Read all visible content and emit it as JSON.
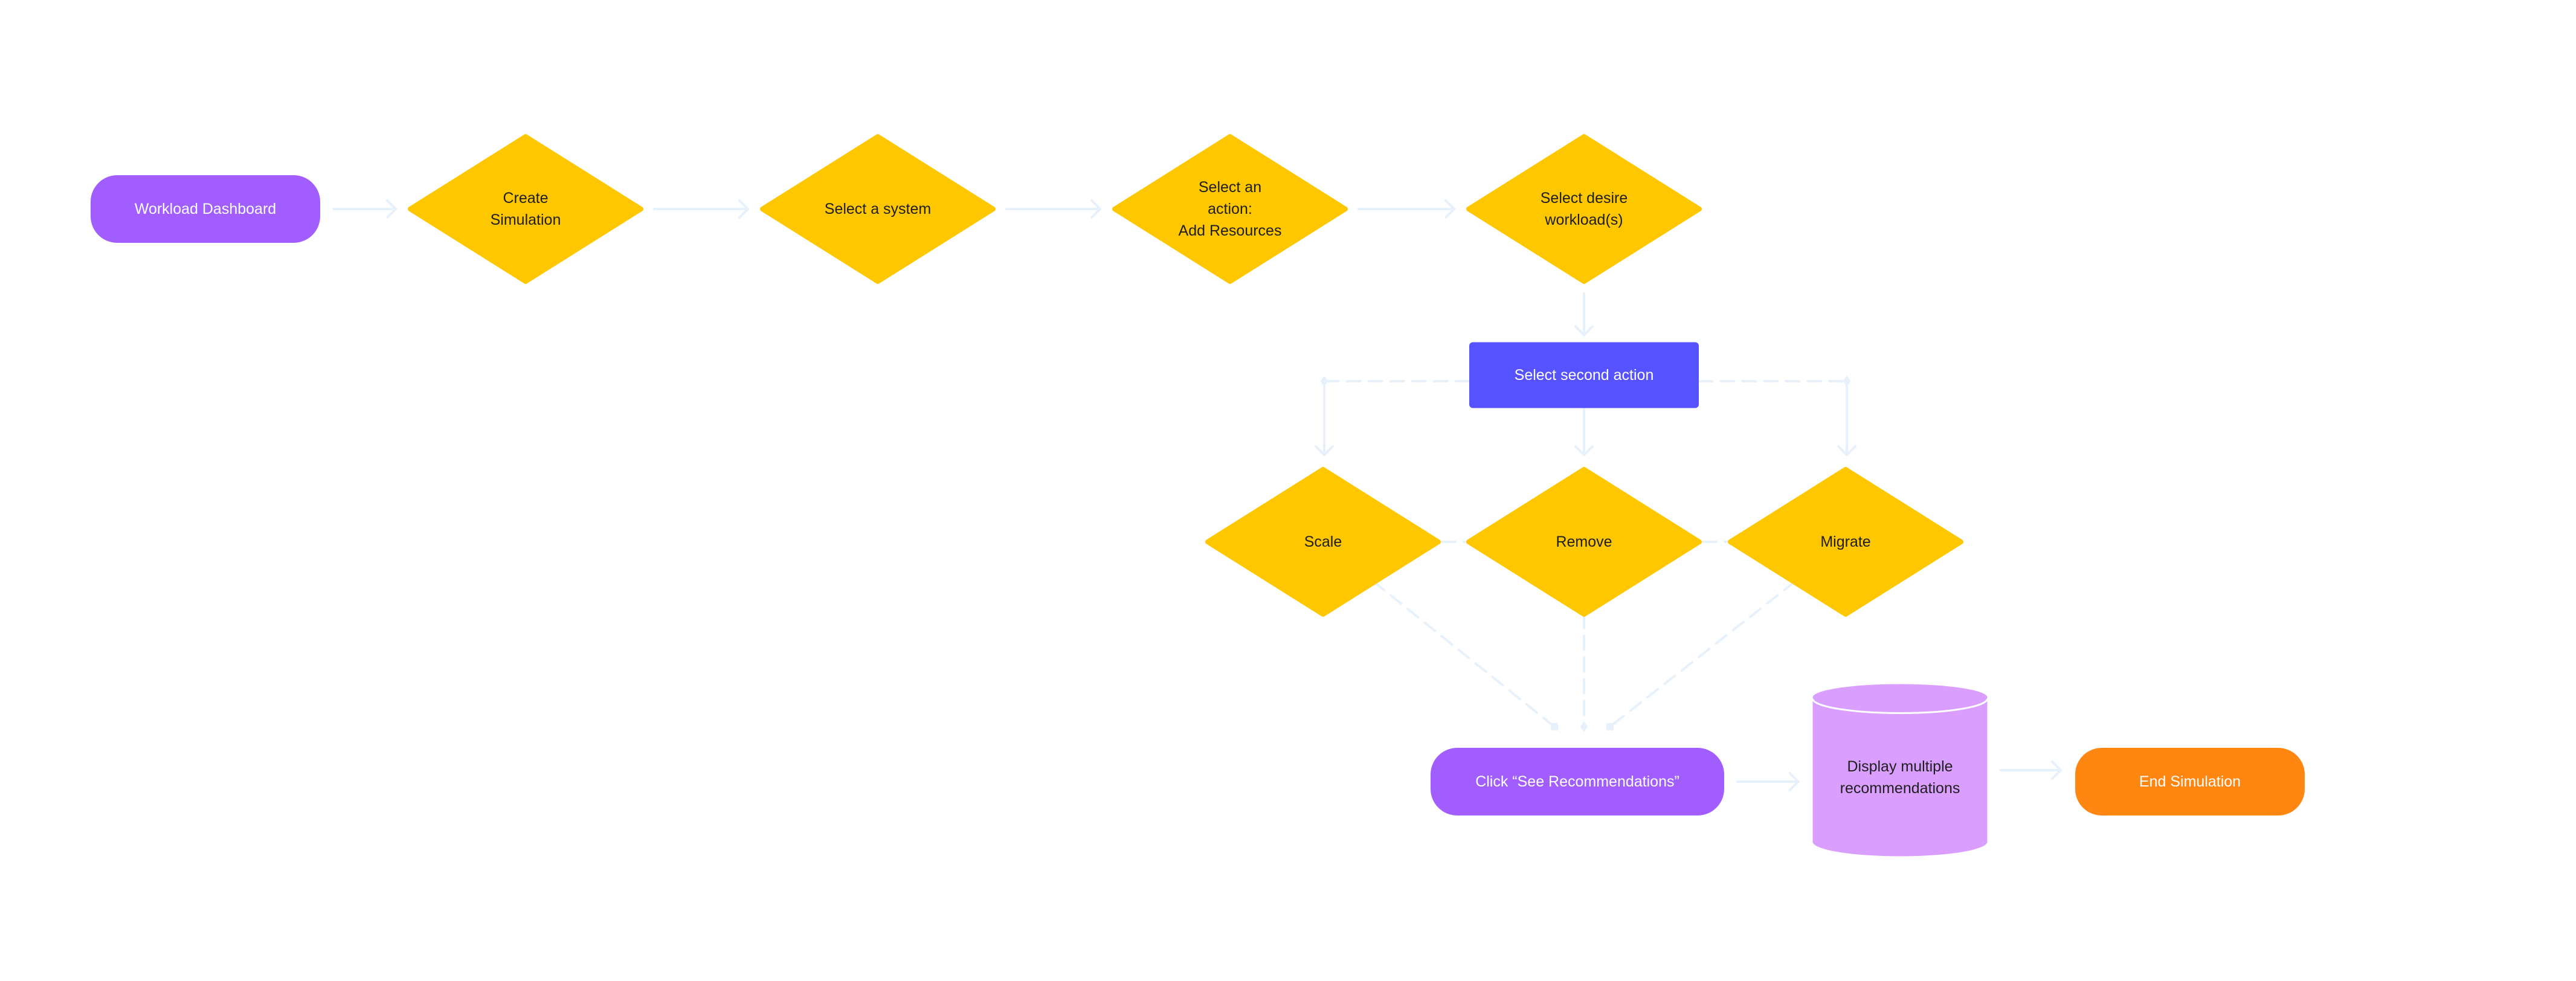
{
  "diagram": {
    "type": "flowchart",
    "colors": {
      "start_pill": "#a25dfe",
      "decision": "#ffc700",
      "process_box": "#5653fe",
      "datastore": "#da9eff",
      "end_pill": "#fe8611",
      "connector": "#e6f1fb",
      "dark_text": "#1e1e1e",
      "light_text": "#ffffff"
    },
    "nodes": [
      {
        "id": "workload-dashboard",
        "shape": "pill",
        "color": "start_pill",
        "text_color": "light_text",
        "lines": [
          "Workload Dashboard"
        ]
      },
      {
        "id": "create-simulation",
        "shape": "diamond",
        "color": "decision",
        "text_color": "dark_text",
        "lines": [
          "Create",
          "Simulation"
        ]
      },
      {
        "id": "select-system",
        "shape": "diamond",
        "color": "decision",
        "text_color": "dark_text",
        "lines": [
          "Select a system"
        ]
      },
      {
        "id": "select-action",
        "shape": "diamond",
        "color": "decision",
        "text_color": "dark_text",
        "lines": [
          "Select an",
          "action:",
          "Add Resources"
        ]
      },
      {
        "id": "select-workloads",
        "shape": "diamond",
        "color": "decision",
        "text_color": "dark_text",
        "lines": [
          "Select desire",
          "workload(s)"
        ]
      },
      {
        "id": "select-second-action",
        "shape": "rect",
        "color": "process_box",
        "text_color": "light_text",
        "lines": [
          "Select second action"
        ]
      },
      {
        "id": "scale",
        "shape": "diamond",
        "color": "decision",
        "text_color": "dark_text",
        "lines": [
          "Scale"
        ]
      },
      {
        "id": "remove",
        "shape": "diamond",
        "color": "decision",
        "text_color": "dark_text",
        "lines": [
          "Remove"
        ]
      },
      {
        "id": "migrate",
        "shape": "diamond",
        "color": "decision",
        "text_color": "dark_text",
        "lines": [
          "Migrate"
        ]
      },
      {
        "id": "see-recommendations",
        "shape": "pill",
        "color": "start_pill",
        "text_color": "light_text",
        "lines": [
          "Click “See Recommendations”"
        ]
      },
      {
        "id": "display-recommendations",
        "shape": "cylinder",
        "color": "datastore",
        "text_color": "dark_text",
        "lines": [
          "Display multiple",
          "recommendations"
        ]
      },
      {
        "id": "end-simulation",
        "shape": "pill",
        "color": "end_pill",
        "text_color": "light_text",
        "lines": [
          "End Simulation"
        ]
      }
    ],
    "edges": [
      {
        "from": "workload-dashboard",
        "to": "create-simulation",
        "style": "solid",
        "arrow": true
      },
      {
        "from": "create-simulation",
        "to": "select-system",
        "style": "solid",
        "arrow": true
      },
      {
        "from": "select-system",
        "to": "select-action",
        "style": "solid",
        "arrow": true
      },
      {
        "from": "select-action",
        "to": "select-workloads",
        "style": "solid",
        "arrow": true
      },
      {
        "from": "select-workloads",
        "to": "select-second-action",
        "style": "solid",
        "arrow": true
      },
      {
        "from": "select-second-action",
        "to": "scale",
        "style": "dashed",
        "arrow": true
      },
      {
        "from": "select-second-action",
        "to": "remove",
        "style": "solid",
        "arrow": true
      },
      {
        "from": "select-second-action",
        "to": "migrate",
        "style": "dashed",
        "arrow": true
      },
      {
        "from": "scale",
        "to": "remove",
        "style": "dashed",
        "arrow": false
      },
      {
        "from": "remove",
        "to": "migrate",
        "style": "dashed",
        "arrow": false
      },
      {
        "from": "scale",
        "to": "see-recommendations",
        "style": "dashed",
        "arrow": false
      },
      {
        "from": "remove",
        "to": "see-recommendations",
        "style": "dashed",
        "arrow": false
      },
      {
        "from": "migrate",
        "to": "see-recommendations",
        "style": "dashed",
        "arrow": false
      },
      {
        "from": "see-recommendations",
        "to": "display-recommendations",
        "style": "solid",
        "arrow": true
      },
      {
        "from": "display-recommendations",
        "to": "end-simulation",
        "style": "solid",
        "arrow": true
      }
    ]
  }
}
